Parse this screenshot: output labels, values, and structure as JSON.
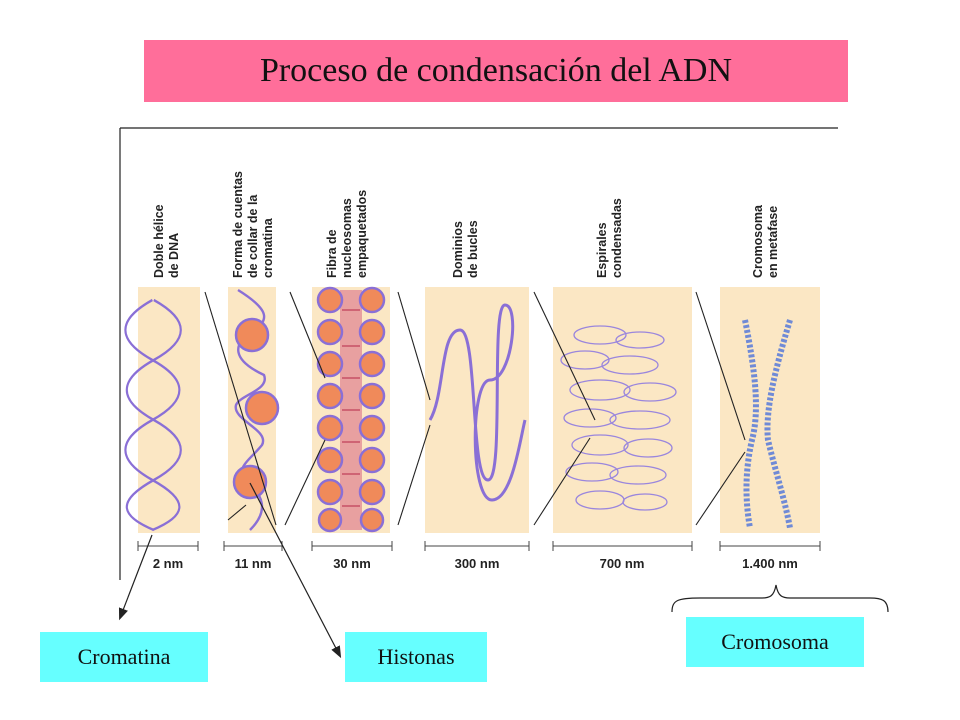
{
  "title": "Proceso de condensación del ADN",
  "stages": [
    {
      "label_lines": [
        "Doble hélice",
        "de DNA"
      ],
      "scale": "2 nm"
    },
    {
      "label_lines": [
        "Forma de cuentas",
        "de collar de la",
        "cromatina"
      ],
      "scale": "11 nm"
    },
    {
      "label_lines": [
        "Fibra de",
        "nucleosomas",
        "empaquetados"
      ],
      "scale": "30 nm"
    },
    {
      "label_lines": [
        "Dominios",
        "de bucles"
      ],
      "scale": "300 nm"
    },
    {
      "label_lines": [
        "Espirales",
        "condensadas"
      ],
      "scale": "700 nm"
    },
    {
      "label_lines": [
        "Cromosoma",
        "en metafase"
      ],
      "scale": "1.400 nm"
    }
  ],
  "callouts": {
    "cromatina": "Cromatina",
    "histonas": "Histonas",
    "cromosoma": "Cromosoma"
  },
  "colors": {
    "title_bg": "#ff6e9a",
    "panel_bg": "#fbe7c4",
    "dna": "#8a6fd6",
    "histone": "#f08a5a",
    "callout_bg": "#66ffff"
  }
}
